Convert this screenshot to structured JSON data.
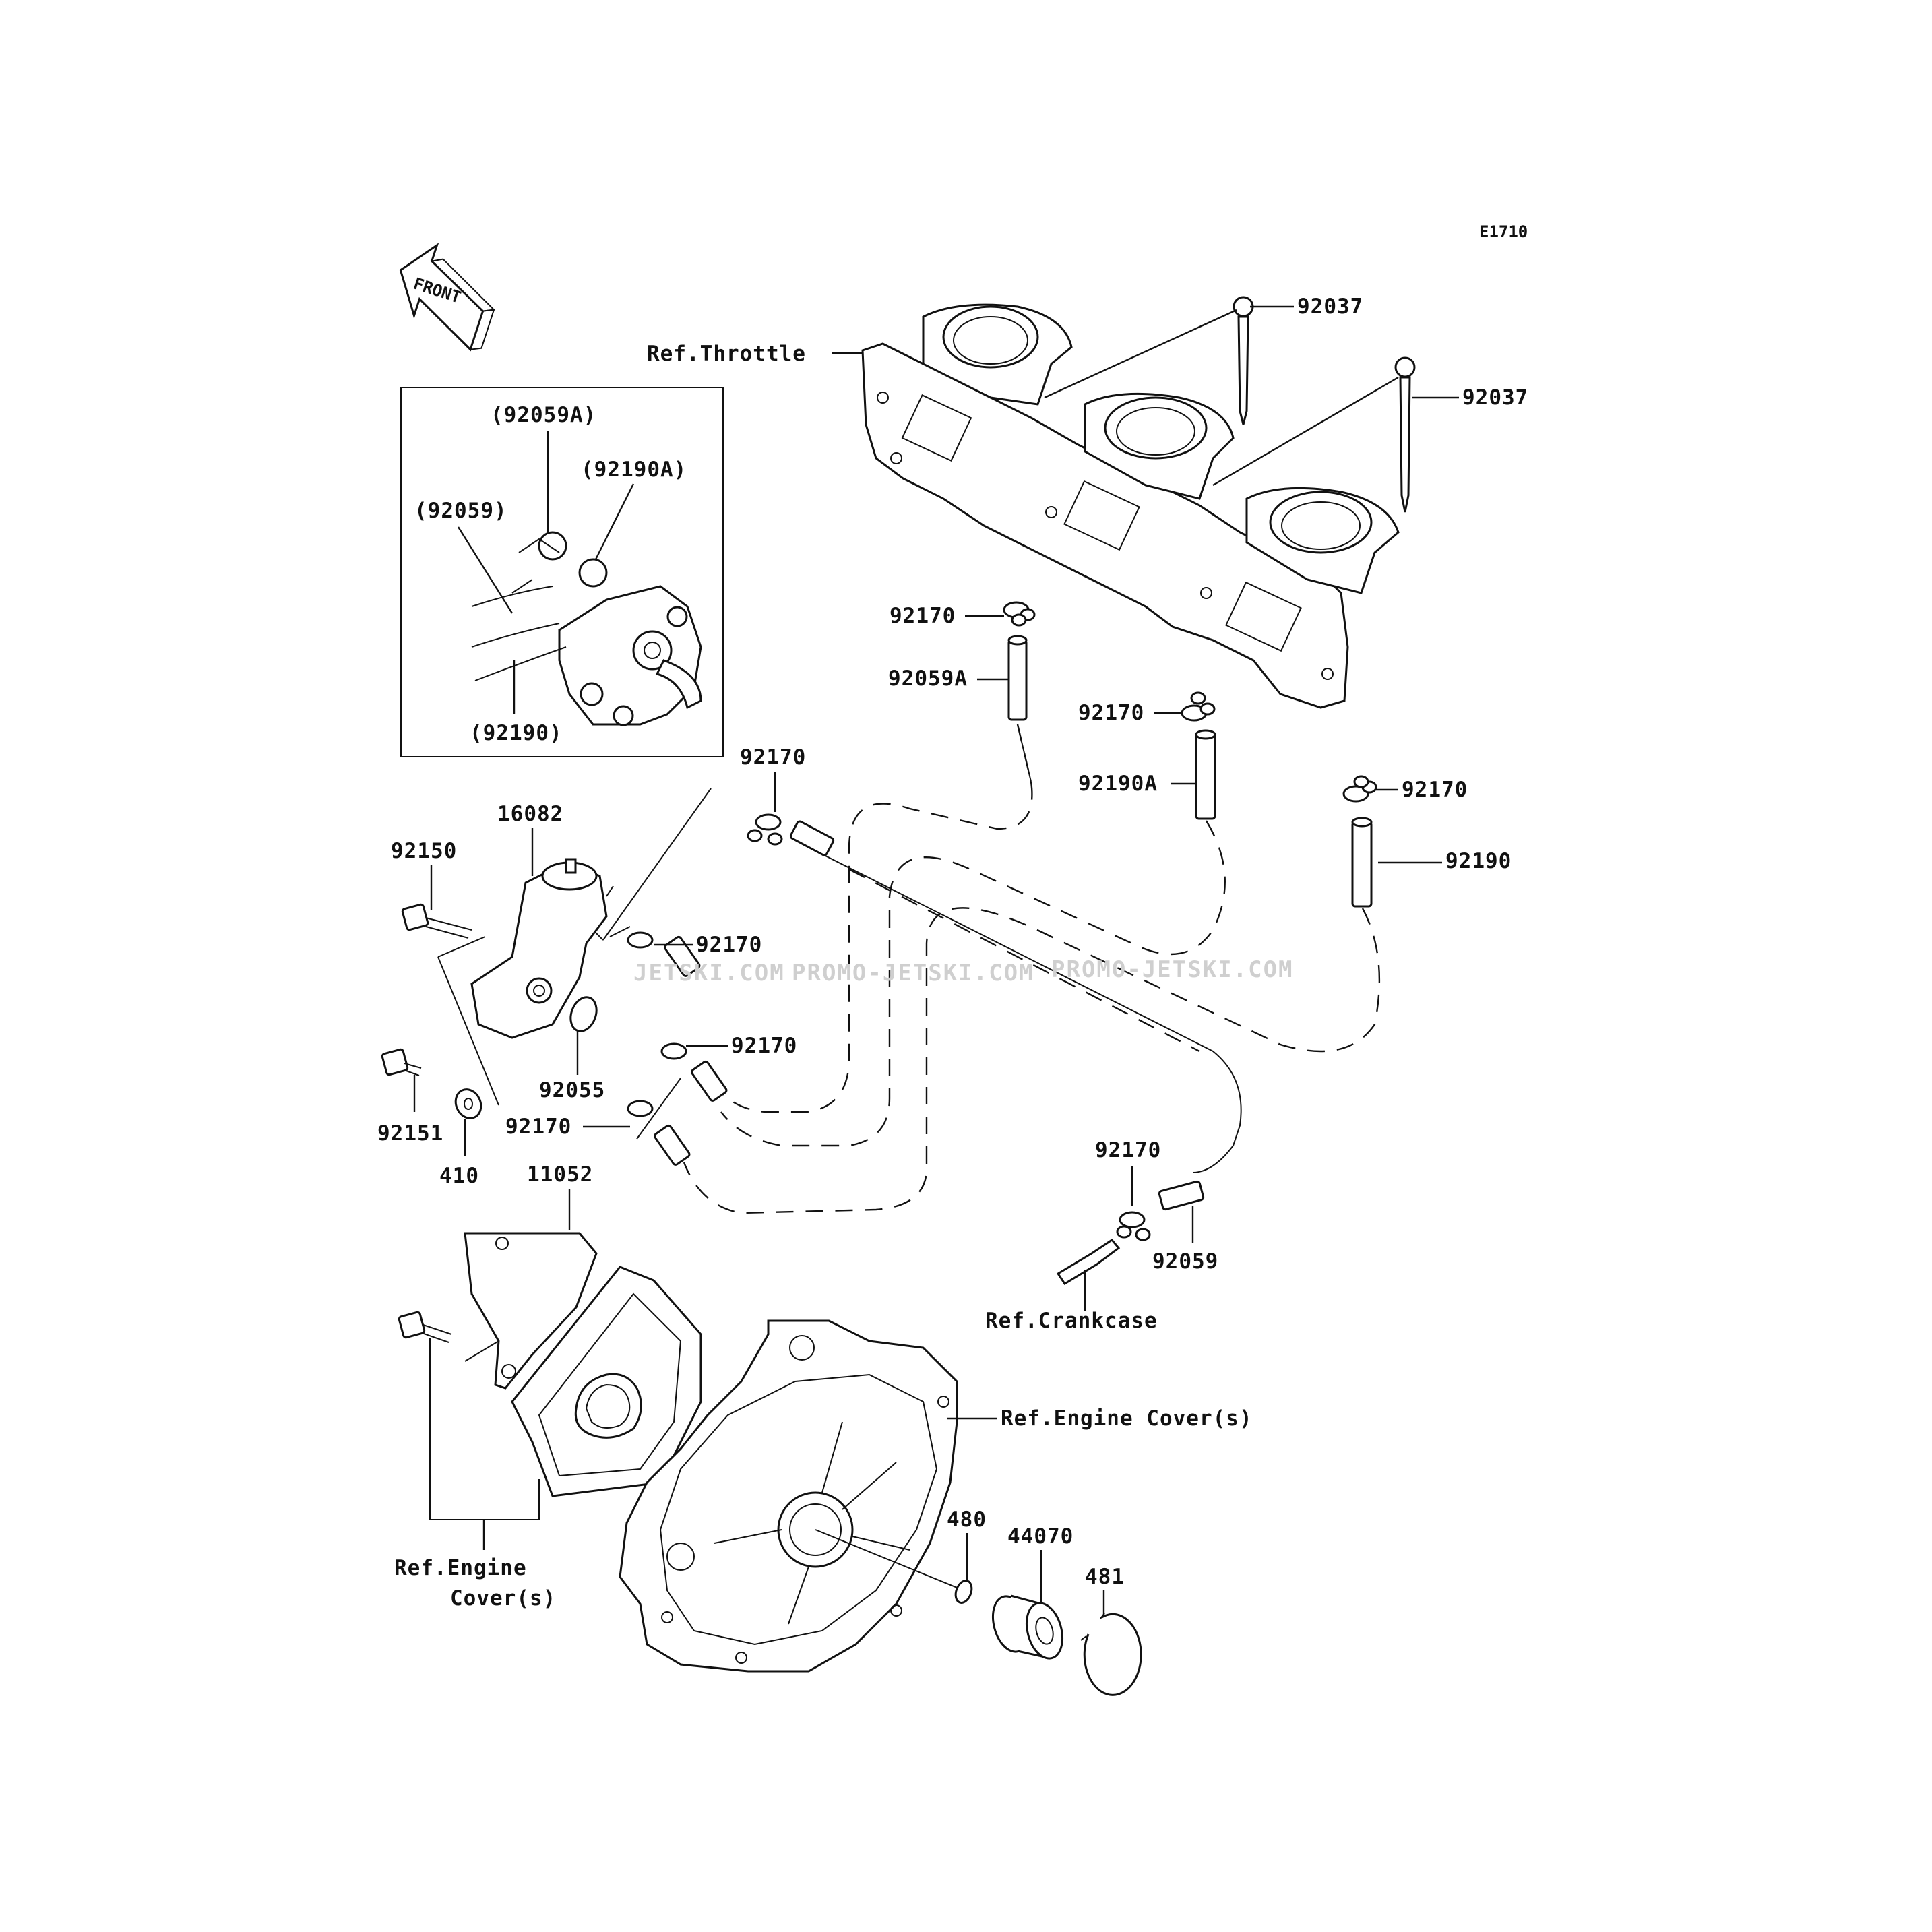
{
  "diagram": {
    "code": "E1710",
    "front_label": "FRONT",
    "watermarks": [
      "JETSKI.COM",
      "PROMO-JETSKI.COM",
      "PROMO-JETSKI.COM"
    ],
    "inset_labels": {
      "p92059A": "(92059A)",
      "p92190A": "(92190A)",
      "p92059": "(92059)",
      "p92190": "(92190)"
    },
    "refs": {
      "throttle": "Ref.Throttle",
      "crankcase": "Ref.Crankcase",
      "engine_cover_right": "Ref.Engine Cover(s)",
      "engine_cover_left_line1": "Ref.Engine",
      "engine_cover_left_line2": "Cover(s)"
    },
    "parts": {
      "p92037a": "92037",
      "p92037b": "92037",
      "p92170_top": "92170",
      "p92059A": "92059A",
      "p92170_mid": "92170",
      "p92190A": "92190A",
      "p92170_right": "92170",
      "p92190": "92190",
      "p92170_hose": "92170",
      "p16082": "16082",
      "p92150": "92150",
      "p92170_a": "92170",
      "p92170_b": "92170",
      "p92055": "92055",
      "p92170_c": "92170",
      "p92151": "92151",
      "p410": "410",
      "p11052": "11052",
      "p92170_crank": "92170",
      "p92059": "92059",
      "p480": "480",
      "p44070": "44070",
      "p481": "481"
    }
  }
}
